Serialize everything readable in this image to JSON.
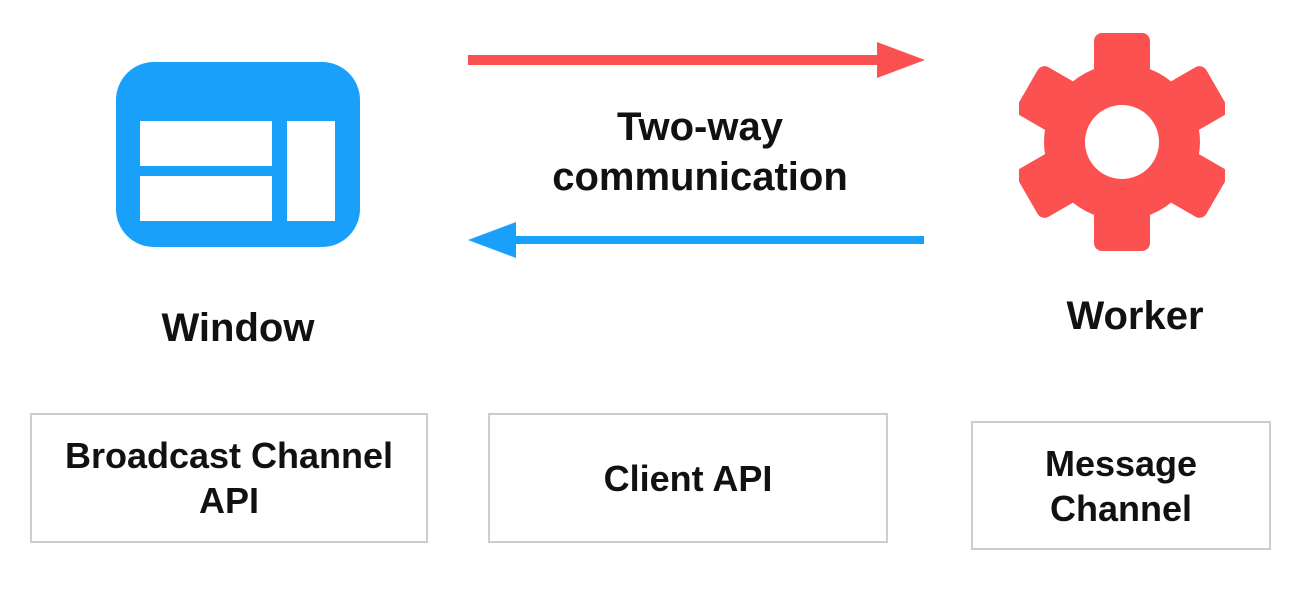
{
  "nodes": {
    "window": {
      "label": "Window",
      "icon": "browser-window-icon",
      "color": "#18a0fb"
    },
    "worker": {
      "label": "Worker",
      "icon": "gear-icon",
      "color": "#fb5151"
    }
  },
  "center_label": {
    "text": "Two-way communication",
    "lines": [
      "Two-way",
      "communication"
    ]
  },
  "arrows": [
    {
      "name": "window-to-worker",
      "direction": "right",
      "color": "#fb5151"
    },
    {
      "name": "worker-to-window",
      "direction": "left",
      "color": "#18a0fb"
    }
  ],
  "boxes": [
    {
      "label": "Broadcast Channel API",
      "lines": [
        "Broadcast Channel",
        "API"
      ]
    },
    {
      "label": "Client API",
      "lines": [
        "Client API"
      ]
    },
    {
      "label": "Message Channel",
      "lines": [
        "Message",
        "Channel"
      ]
    }
  ],
  "colors": {
    "background": "#ffffff",
    "text": "#111111",
    "box_border": "#cdcdcd",
    "blue": "#18a0fb",
    "red": "#fb5151"
  }
}
